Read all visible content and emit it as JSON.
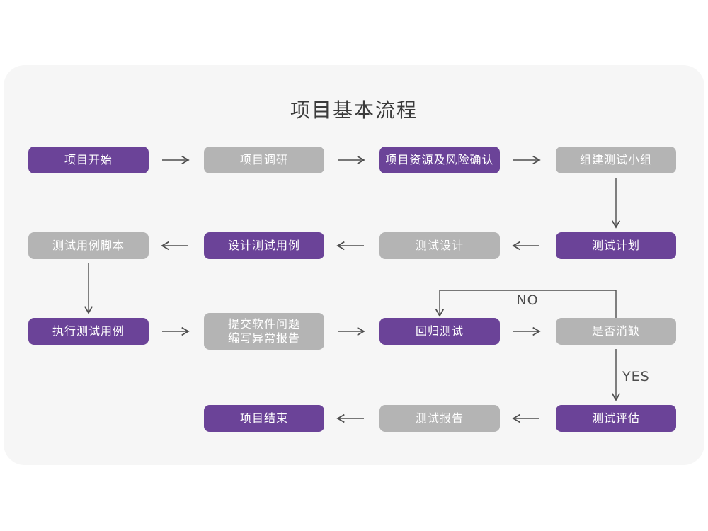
{
  "title": "项目基本流程",
  "colors": {
    "purple": "#6B4398",
    "gray": "#B4B4B4",
    "card_bg": "#F6F6F6",
    "page_bg": "#FFFFFF",
    "arrow": "#4D4D4D",
    "title_text": "#3B3B3B",
    "node_text": "#FFFFFF"
  },
  "branch_labels": {
    "no": "NO",
    "yes": "YES"
  },
  "nodes": {
    "project_start": {
      "label": "项目开始",
      "variant": "purple"
    },
    "project_research": {
      "label": "项目调研",
      "variant": "gray"
    },
    "project_risk": {
      "label": "项目资源及风险确认",
      "variant": "purple"
    },
    "build_team": {
      "label": "组建测试小组",
      "variant": "gray"
    },
    "test_plan": {
      "label": "测试计划",
      "variant": "purple"
    },
    "test_design": {
      "label": "测试设计",
      "variant": "gray"
    },
    "design_cases": {
      "label": "设计测试用例",
      "variant": "purple"
    },
    "case_script": {
      "label": "测试用例脚本",
      "variant": "gray"
    },
    "execute_cases": {
      "label": "执行测试用例",
      "variant": "purple"
    },
    "submit_issues": {
      "line1": "提交软件问题",
      "line2": "编写异常报告",
      "variant": "gray"
    },
    "regression_test": {
      "label": "回归测试",
      "variant": "purple"
    },
    "defect_check": {
      "label": "是否消缺",
      "variant": "gray"
    },
    "test_evaluate": {
      "label": "测试评估",
      "variant": "purple"
    },
    "test_report": {
      "label": "测试报告",
      "variant": "gray"
    },
    "project_end": {
      "label": "项目结束",
      "variant": "purple"
    }
  }
}
